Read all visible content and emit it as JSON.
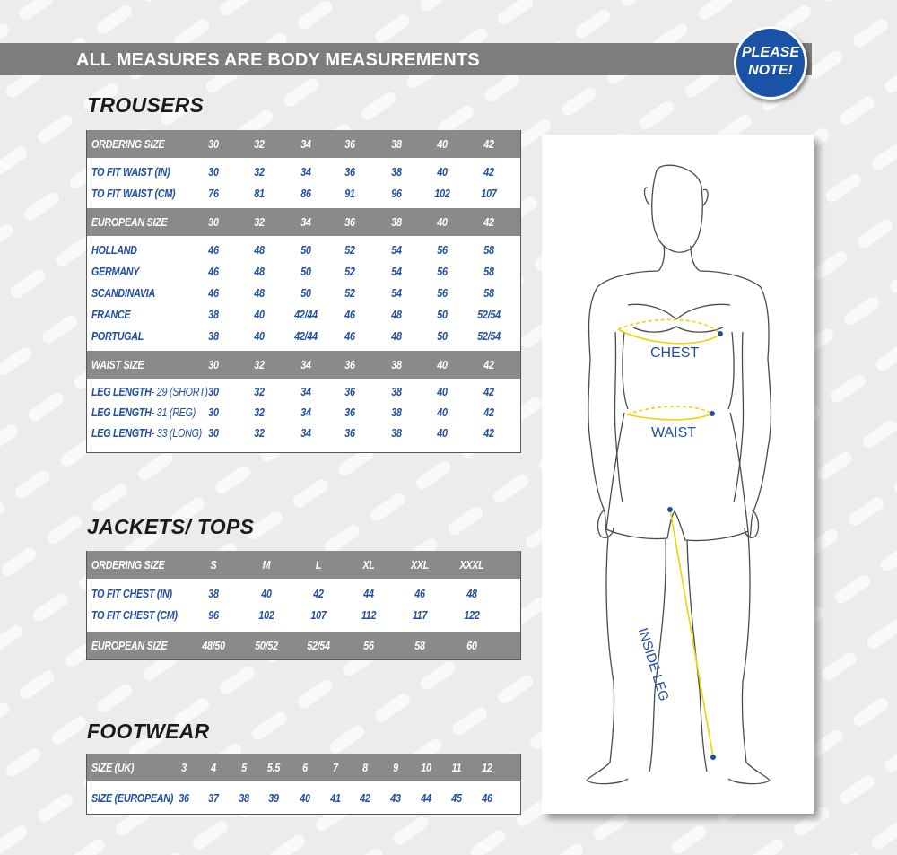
{
  "banner": {
    "text": "ALL MEASURES ARE BODY MEASUREMENTS"
  },
  "badge": {
    "line1": "PLEASE",
    "line2": "NOTE!"
  },
  "trousers": {
    "title": "TROUSERS",
    "ordering": {
      "label": "ORDERING SIZE",
      "values": [
        "30",
        "32",
        "34",
        "36",
        "38",
        "40",
        "42"
      ]
    },
    "waist_in": {
      "label": "TO FIT WAIST (IN)",
      "values": [
        "30",
        "32",
        "34",
        "36",
        "38",
        "40",
        "42"
      ]
    },
    "waist_cm": {
      "label": "TO FIT WAIST (CM)",
      "values": [
        "76",
        "81",
        "86",
        "91",
        "96",
        "102",
        "107"
      ]
    },
    "european": {
      "label": "EUROPEAN SIZE",
      "values": [
        "30",
        "32",
        "34",
        "36",
        "38",
        "40",
        "42"
      ]
    },
    "countries": [
      {
        "label": "HOLLAND",
        "values": [
          "46",
          "48",
          "50",
          "52",
          "54",
          "56",
          "58"
        ]
      },
      {
        "label": "GERMANY",
        "values": [
          "46",
          "48",
          "50",
          "52",
          "54",
          "56",
          "58"
        ]
      },
      {
        "label": "SCANDINAVIA",
        "values": [
          "46",
          "48",
          "50",
          "52",
          "54",
          "56",
          "58"
        ]
      },
      {
        "label": "FRANCE",
        "values": [
          "38",
          "40",
          "42/44",
          "46",
          "48",
          "50",
          "52/54"
        ]
      },
      {
        "label": "PORTUGAL",
        "values": [
          "38",
          "40",
          "42/44",
          "46",
          "48",
          "50",
          "52/54"
        ]
      }
    ],
    "waist_size": {
      "label": "WAIST SIZE",
      "values": [
        "30",
        "32",
        "34",
        "36",
        "38",
        "40",
        "42"
      ]
    },
    "legs": [
      {
        "label": "LEG LENGTH",
        "suffix": " - 29 (SHORT)",
        "values": [
          "30",
          "32",
          "34",
          "36",
          "38",
          "40",
          "42"
        ]
      },
      {
        "label": "LEG LENGTH",
        "suffix": " - 31 (REG)",
        "values": [
          "30",
          "32",
          "34",
          "36",
          "38",
          "40",
          "42"
        ]
      },
      {
        "label": "LEG LENGTH",
        "suffix": " - 33 (LONG)",
        "values": [
          "30",
          "32",
          "34",
          "36",
          "38",
          "40",
          "42"
        ]
      }
    ]
  },
  "jackets": {
    "title": "JACKETS/ TOPS",
    "ordering": {
      "label": "ORDERING SIZE",
      "values": [
        "S",
        "M",
        "L",
        "XL",
        "XXL",
        "XXXL"
      ]
    },
    "chest_in": {
      "label": "TO FIT CHEST (IN)",
      "values": [
        "38",
        "40",
        "42",
        "44",
        "46",
        "48"
      ]
    },
    "chest_cm": {
      "label": "TO FIT CHEST (CM)",
      "values": [
        "96",
        "102",
        "107",
        "112",
        "117",
        "122"
      ]
    },
    "european": {
      "label": "EUROPEAN SIZE",
      "values": [
        "48/50",
        "50/52",
        "52/54",
        "56",
        "58",
        "60"
      ]
    }
  },
  "footwear": {
    "title": "FOOTWEAR",
    "uk": {
      "label": "SIZE (UK)",
      "values": [
        "3",
        "4",
        "5",
        "5.5",
        "6",
        "7",
        "8",
        "9",
        "10",
        "11",
        "12"
      ]
    },
    "eu": {
      "label": "SIZE (EUROPEAN)",
      "values": [
        "36",
        "37",
        "38",
        "39",
        "40",
        "41",
        "42",
        "43",
        "44",
        "45",
        "46"
      ]
    }
  },
  "figure": {
    "chest": "CHEST",
    "waist": "WAIST",
    "inside_leg": "INSIDE LEG"
  },
  "colors": {
    "banner": "#7d7d7d",
    "badge": "#1a52a8",
    "text_blue": "#1f4ea3",
    "header_gray": "#8a8a8a",
    "measure_yellow": "#f2d200"
  }
}
